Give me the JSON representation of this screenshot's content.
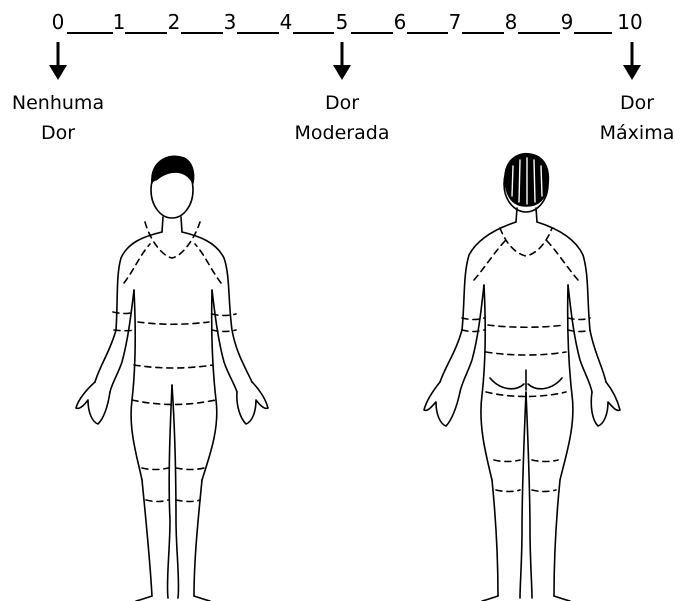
{
  "scale": {
    "numbers": [
      "0",
      "1",
      "2",
      "3",
      "4",
      "5",
      "6",
      "7",
      "8",
      "9",
      "10"
    ]
  },
  "anchors": [
    {
      "line1": "Nenhuma",
      "line2": "Dor"
    },
    {
      "line1": "Dor",
      "line2": "Moderada"
    },
    {
      "line1": "Dor",
      "line2": "Máxima"
    }
  ],
  "figures": {
    "front": "body-front-view",
    "back": "body-back-view"
  }
}
